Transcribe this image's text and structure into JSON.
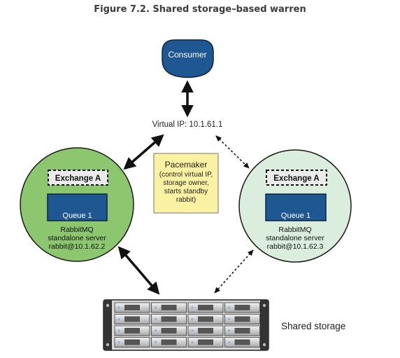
{
  "figure": {
    "caption": "Figure 7.2. Shared storage–based warren"
  },
  "consumer": {
    "label": "Consumer"
  },
  "virtual_ip": {
    "label": "Virtual IP: 10.1.61.1"
  },
  "pacemaker": {
    "lines": [
      "Pacemaker",
      "(control virtual IP,",
      "storage owner,",
      "starts standby",
      "rabbit)"
    ]
  },
  "left_node": {
    "exchange": "Exchange A",
    "queue": "Queue 1",
    "server_lines": [
      "RabbitMQ",
      "standalone server",
      "rabbit@10.1.62.2"
    ],
    "color": "#8cc66e"
  },
  "right_node": {
    "exchange": "Exchange A",
    "queue": "Queue 1",
    "server_lines": [
      "RabbitMQ",
      "standalone server",
      "rabbit@10.1.62.3"
    ],
    "color": "#dbeede"
  },
  "storage": {
    "label": "Shared storage"
  },
  "colors": {
    "consumer": "#1e5791",
    "queue": "#1e5791",
    "pacemaker": "#faf1a2"
  }
}
